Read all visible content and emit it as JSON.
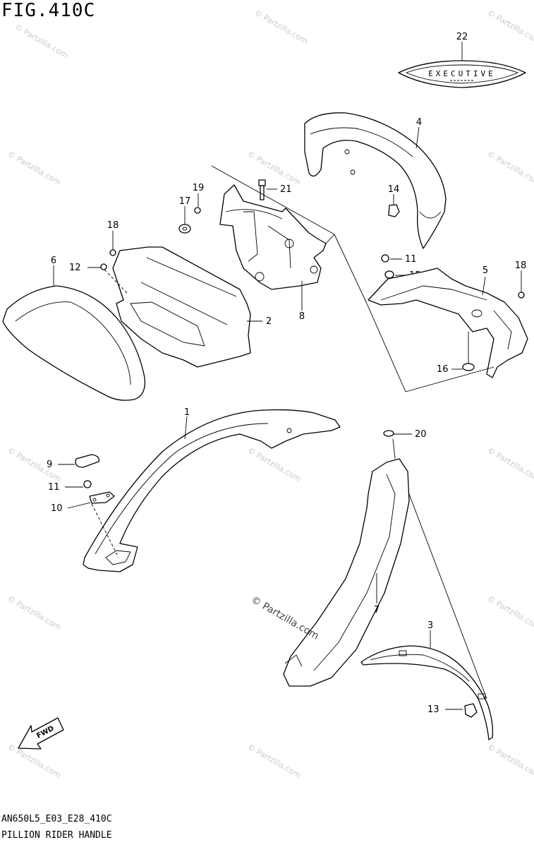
{
  "figure": {
    "title": "FIG.410C",
    "code": "AN650L5_E03_E28_410C",
    "name": "PILLION RIDER HANDLE"
  },
  "badge": {
    "text": "EXECUTIVE"
  },
  "direction": {
    "text": "FWD"
  },
  "watermark": {
    "text": "© Partzilla.com"
  },
  "callouts": {
    "c1": "1",
    "c2": "2",
    "c3": "3",
    "c4": "4",
    "c5": "5",
    "c6": "6",
    "c7": "7",
    "c8": "8",
    "c9": "9",
    "c10": "10",
    "c11a": "11",
    "c11b": "11",
    "c12": "12",
    "c13": "13",
    "c14": "14",
    "c15": "15",
    "c16": "16",
    "c17": "17",
    "c18a": "18",
    "c18b": "18",
    "c19": "19",
    "c20": "20",
    "c21": "21",
    "c22": "22"
  }
}
